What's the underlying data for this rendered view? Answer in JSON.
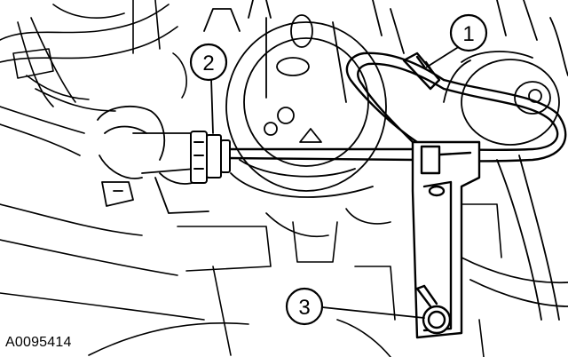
{
  "diagram": {
    "reference_code": "A0095414",
    "callouts": [
      {
        "id": "1",
        "label": "1"
      },
      {
        "id": "2",
        "label": "2"
      },
      {
        "id": "3",
        "label": "3"
      }
    ]
  }
}
